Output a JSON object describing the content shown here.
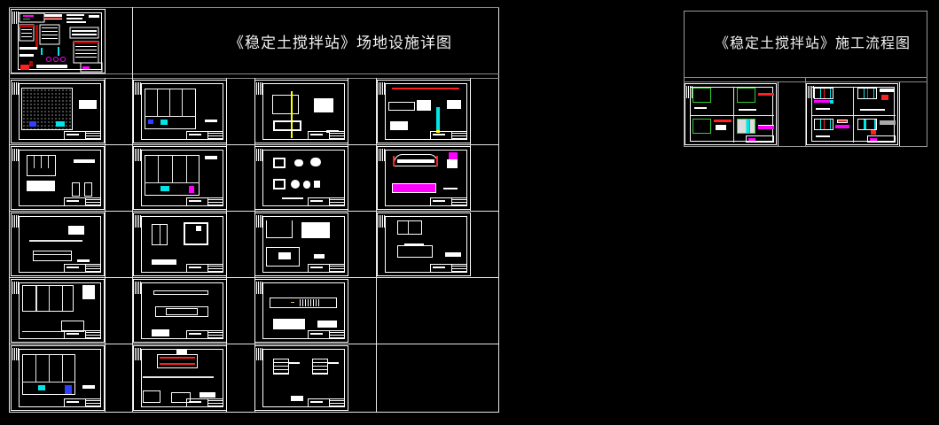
{
  "app": {
    "view": "CAD model space",
    "background_color": "#000000"
  },
  "left_block": {
    "title": "《稳定土搅拌站》场地设施详图",
    "cover_sheet_label": "cover-sheet",
    "grid_rows": 5,
    "grid_cols": 4,
    "sheets": [
      {
        "row": 1,
        "col": 1,
        "name": "site-plan-dense"
      },
      {
        "row": 1,
        "col": 2,
        "name": "plan-layout-4-bay"
      },
      {
        "row": 1,
        "col": 3,
        "name": "foundation-yellow-axis"
      },
      {
        "row": 1,
        "col": 4,
        "name": "elevation-section-cyan"
      },
      {
        "row": 2,
        "col": 1,
        "name": "partition-plan-details"
      },
      {
        "row": 2,
        "col": 2,
        "name": "plan-layout-4-bay-b"
      },
      {
        "row": 2,
        "col": 3,
        "name": "fitting-details"
      },
      {
        "row": 2,
        "col": 4,
        "name": "shed-elevation-magenta"
      },
      {
        "row": 3,
        "col": 1,
        "name": "wall-elevation"
      },
      {
        "row": 3,
        "col": 2,
        "name": "tank-section"
      },
      {
        "row": 3,
        "col": 3,
        "name": "pool-plan"
      },
      {
        "row": 3,
        "col": 4,
        "name": "building-plan-section"
      },
      {
        "row": 4,
        "col": 1,
        "name": "bay-plan-elevation"
      },
      {
        "row": 4,
        "col": 2,
        "name": "road-section"
      },
      {
        "row": 4,
        "col": 3,
        "name": "fence-elevation"
      },
      {
        "row": 5,
        "col": 1,
        "name": "plan-layout-4-bay-c"
      },
      {
        "row": 5,
        "col": 2,
        "name": "conveyor-plan-red"
      },
      {
        "row": 5,
        "col": 3,
        "name": "wall-sections"
      }
    ]
  },
  "right_block": {
    "title": "《稳定土搅拌站》施工流程图",
    "sheets": [
      {
        "name": "flow-sheet-1",
        "panels": 4,
        "accent": "#33cc33"
      },
      {
        "name": "flow-sheet-2",
        "panels": 4,
        "accent": "#ff00ff"
      }
    ]
  },
  "colors": {
    "line": "#ffffff",
    "frame_gray": "#8a8a8a",
    "red": "#ff2020",
    "yellow": "#ffff00",
    "cyan": "#00e5e5",
    "magenta": "#ff00ff",
    "green": "#33cc33",
    "blue": "#3040ff"
  }
}
